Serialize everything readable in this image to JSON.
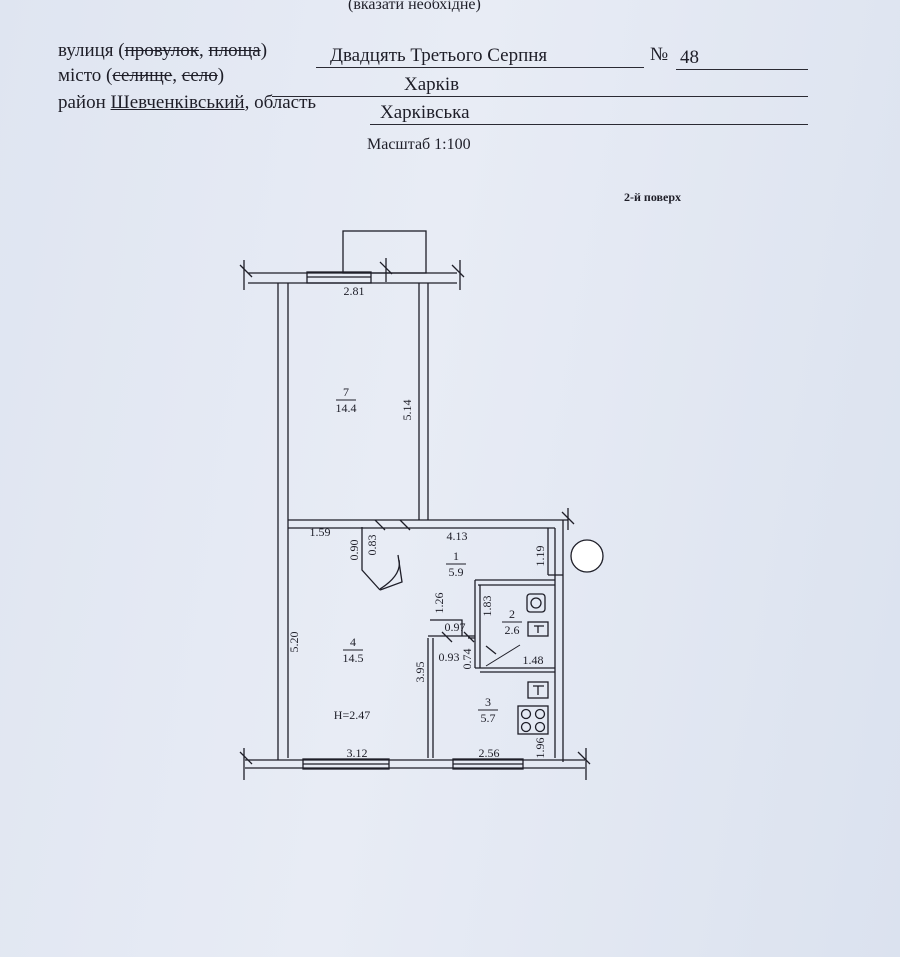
{
  "header": {
    "note": "(вказати необхідне)",
    "street_prefix": "вулиця (",
    "street_struck_1": "провулок",
    "street_sep": ", ",
    "street_struck_2": "площа",
    "street_suffix": ")",
    "street_value": "Двадцять Третього Серпня",
    "number_label": "№",
    "number_value": "48",
    "city_prefix": "місто (",
    "city_struck_1": "селище",
    "city_sep": ", ",
    "city_struck_2": "село",
    "city_suffix": ")",
    "city_value": "Харків",
    "district_prefix": "район ",
    "district_value": "Шевченківський",
    "region_label": ", область ",
    "region_value": "Харківська"
  },
  "scale_label": "Масштаб 1:100",
  "floor_label": "2-й поверх",
  "plan": {
    "rooms": [
      {
        "num": "7",
        "area": "14.4"
      },
      {
        "num": "1",
        "area": "5.9"
      },
      {
        "num": "2",
        "area": "2.6"
      },
      {
        "num": "4",
        "area": "14.5"
      },
      {
        "num": "3",
        "area": "5.7"
      }
    ],
    "height_label": "H=2.47",
    "dimensions": {
      "d281": "2.81",
      "d514": "5.14",
      "d159": "1.59",
      "d090": "0.90",
      "d083": "0.83",
      "d413": "4.13",
      "d119": "1.19",
      "d126": "1.26",
      "d183": "1.83",
      "d097": "0.97",
      "d074": "0.74",
      "d093": "0.93",
      "d148": "1.48",
      "d520": "5.20",
      "d395": "3.95",
      "d196": "1.96",
      "d312": "3.12",
      "d256": "2.56"
    }
  }
}
